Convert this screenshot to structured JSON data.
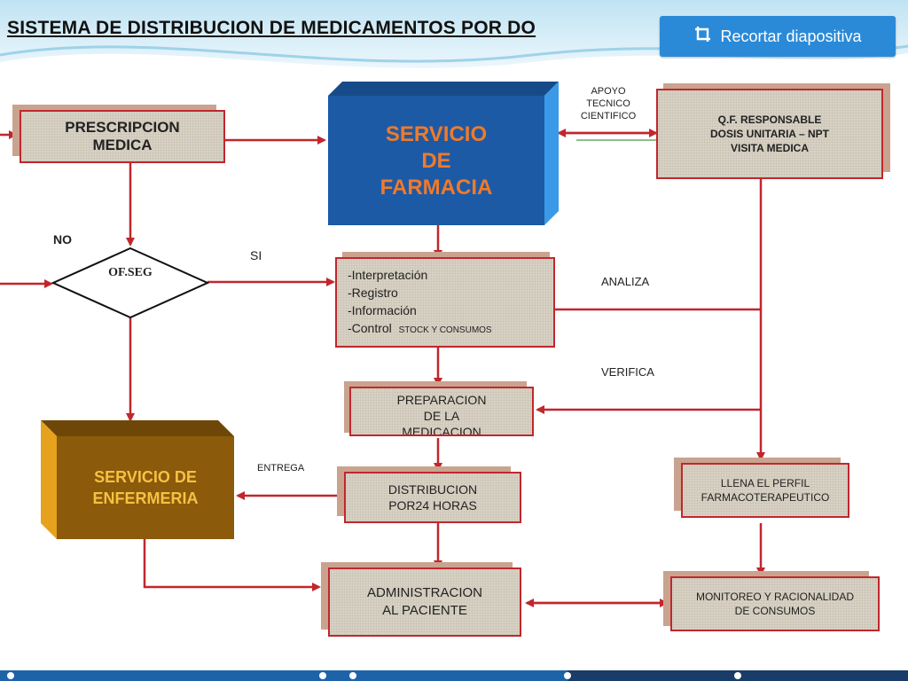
{
  "title": "SISTEMA DE DISTRIBUCION DE MEDICAMENTOS POR DO",
  "crop_button": "Recortar diapositiva",
  "nodes": {
    "prescripcion": [
      "PRESCRIPCION",
      "MEDICA"
    ],
    "farmacia": [
      "SERVICIO",
      "DE",
      "FARMACIA"
    ],
    "qf": [
      "Q.F. RESPONSABLE",
      "DOSIS UNITARIA – NPT",
      "VISITA MEDICA"
    ],
    "ofseg": "OF.SEG",
    "interpretacion": [
      "-Interpretación",
      "-Registro",
      "-Información",
      "-Control"
    ],
    "stock": "STOCK Y CONSUMOS",
    "preparacion": [
      "PREPARACION",
      "DE LA",
      "MEDICACION"
    ],
    "enfermeria": [
      "SERVICIO DE",
      "ENFERMERIA"
    ],
    "distribucion": [
      "DISTRIBUCION",
      "POR24 HORAS"
    ],
    "perfil": [
      "LLENA EL PERFIL",
      "FARMACOTERAPEUTICO"
    ],
    "administracion": [
      "ADMINISTRACION",
      "AL PACIENTE"
    ],
    "monitoreo": [
      "MONITOREO  Y  RACIONALIDAD",
      "DE CONSUMOS"
    ]
  },
  "labels": {
    "apoyo": [
      "APOYO",
      "TECNICO",
      "CIENTIFICO"
    ],
    "no": "NO",
    "si": "SI",
    "analiza": "ANALIZA",
    "verifica": "VERIFICA",
    "entrega": "ENTREGA"
  },
  "colors": {
    "arrow": "#c0272d",
    "farmacia_fill": "#1d5aa6",
    "farmacia_text": "#f07a2a",
    "enfermeria_fill": "#8b5a0a",
    "enfermeria_text": "#f4c242",
    "button": "#2a8ad8"
  }
}
